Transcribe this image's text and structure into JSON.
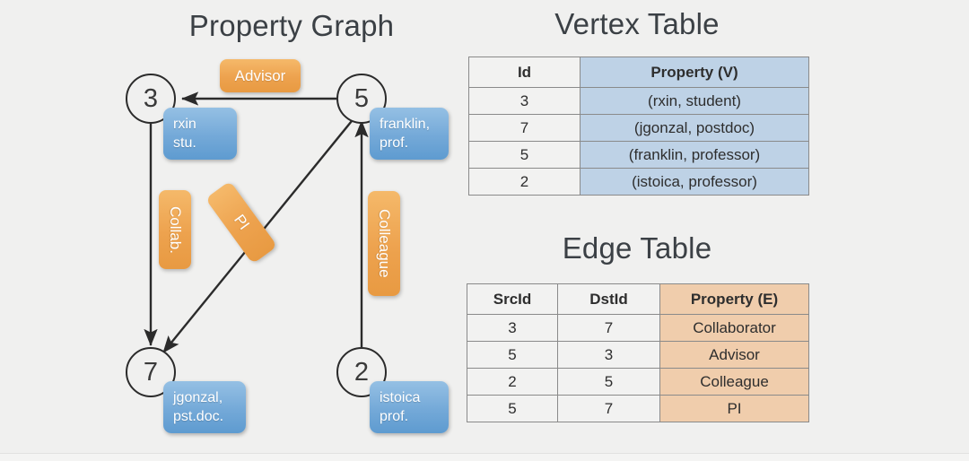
{
  "slide": {
    "background_color": "#f0f0ef",
    "graph_title": "Property Graph",
    "vertex_table_title": "Vertex Table",
    "edge_table_title": "Edge Table"
  },
  "colors": {
    "vertex_box_blue": "#74a9d8",
    "edge_label_orange": "#eda24e",
    "vertex_table_prop_fill": "#bed2e6",
    "edge_table_prop_fill": "#f0cdac",
    "node_stroke": "#2b2b2b",
    "edge_stroke": "#2b2b2b"
  },
  "graph": {
    "nodes": [
      {
        "id": "3",
        "label": "3",
        "property_lines": [
          "rxin",
          "stu."
        ]
      },
      {
        "id": "5",
        "label": "5",
        "property_lines": [
          "franklin,",
          "prof."
        ]
      },
      {
        "id": "7",
        "label": "7",
        "property_lines": [
          "jgonzal,",
          "pst.doc."
        ]
      },
      {
        "id": "2",
        "label": "2",
        "property_lines": [
          "istoica",
          "prof."
        ]
      }
    ],
    "edge_labels": [
      {
        "name": "advisor",
        "text": "Advisor",
        "orientation": "horizontal"
      },
      {
        "name": "collaborator",
        "text": "Collab.",
        "orientation": "vertical"
      },
      {
        "name": "pi",
        "text": "PI",
        "orientation": "diagonal"
      },
      {
        "name": "colleague",
        "text": "Colleague",
        "orientation": "vertical"
      }
    ],
    "edges": [
      {
        "src": "5",
        "dst": "3",
        "label": "Advisor"
      },
      {
        "src": "3",
        "dst": "7",
        "label": "Collab."
      },
      {
        "src": "5",
        "dst": "7",
        "label": "PI"
      },
      {
        "src": "2",
        "dst": "5",
        "label": "Colleague"
      }
    ]
  },
  "vertex_table": {
    "headers": [
      "Id",
      "Property (V)"
    ],
    "rows": [
      {
        "id": "3",
        "property": "(rxin, student)"
      },
      {
        "id": "7",
        "property": "(jgonzal, postdoc)"
      },
      {
        "id": "5",
        "property": "(franklin, professor)"
      },
      {
        "id": "2",
        "property": "(istoica, professor)"
      }
    ]
  },
  "edge_table": {
    "headers": [
      "SrcId",
      "DstId",
      "Property (E)"
    ],
    "rows": [
      {
        "src": "3",
        "dst": "7",
        "property": "Collaborator"
      },
      {
        "src": "5",
        "dst": "3",
        "property": "Advisor"
      },
      {
        "src": "2",
        "dst": "5",
        "property": "Colleague"
      },
      {
        "src": "5",
        "dst": "7",
        "property": "PI"
      }
    ]
  }
}
